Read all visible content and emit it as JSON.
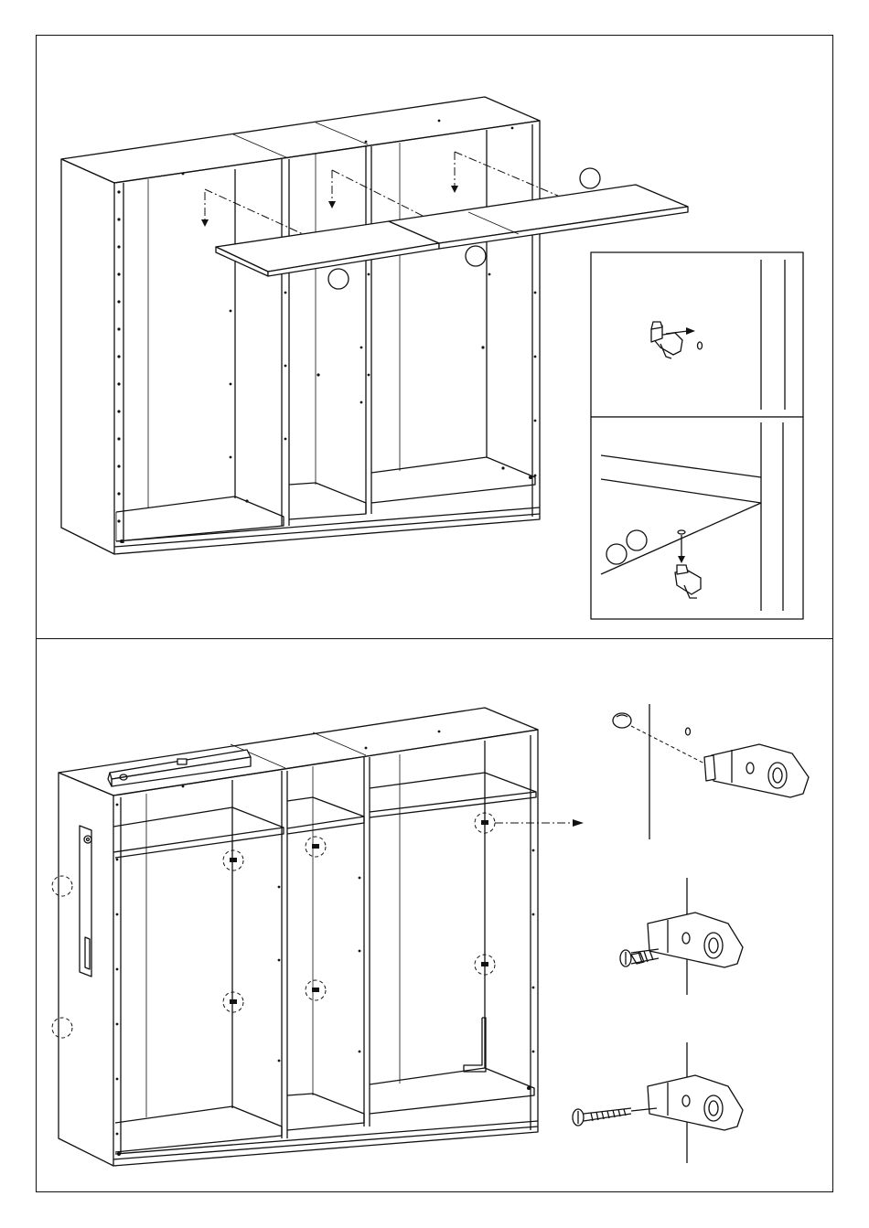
{
  "steps": [
    {
      "panel": "shelf-installation",
      "parts": [
        "shelf-left",
        "shelf-middle",
        "shelf-right"
      ],
      "detail_insets": [
        "shelf-pin-insert-detail",
        "shelf-on-pin-detail"
      ]
    },
    {
      "panel": "cam-fitting-installation",
      "detail_steps": [
        "cam-fitting-insert",
        "cam-fitting-press",
        "cam-fitting-screw"
      ]
    }
  ],
  "colors": {
    "line": "#111111",
    "background": "#ffffff"
  }
}
